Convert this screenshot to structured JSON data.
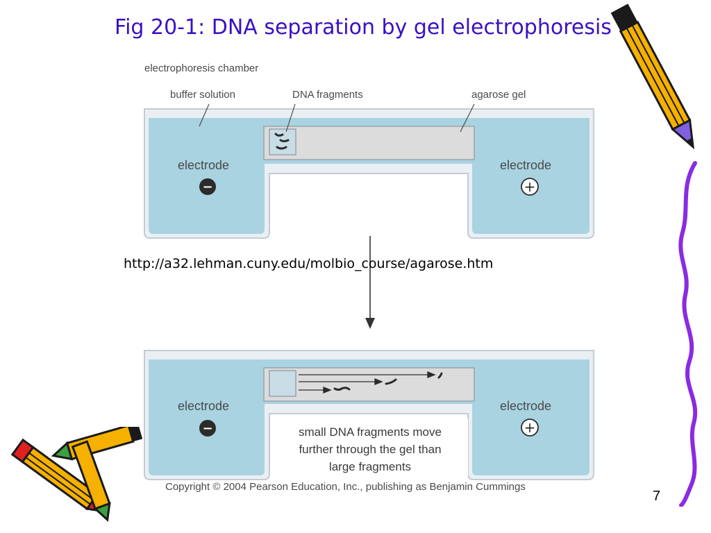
{
  "slide": {
    "title": "Fig 20-1: DNA separation by gel electrophoresis",
    "url": "http://a32.lehman.cuny.edu/molbio_course/agarose.htm",
    "number": "7"
  },
  "diagram": {
    "chamber_label": "electrophoresis chamber",
    "buffer_label": "buffer solution",
    "fragments_label": "DNA fragments",
    "gel_label": "agarose gel",
    "electrode_label": "electrode",
    "negative_symbol": "−",
    "positive_symbol": "+",
    "caption_lines": [
      "small DNA fragments move",
      "further through the gel than",
      "large fragments"
    ],
    "copyright": "Copyright © 2004 Pearson Education, Inc., publishing as Benjamin Cummings"
  },
  "colors": {
    "title": "#3a10c4",
    "buffer": "#a9d3e1",
    "gel": "#dcdcdc",
    "tank": "#e9eff3",
    "pencil_body": "#f6b000",
    "squiggle": "#8a2be2"
  },
  "icons": [
    "pencil-icon",
    "minus-electrode-icon",
    "plus-electrode-icon",
    "arrow-down-icon"
  ]
}
